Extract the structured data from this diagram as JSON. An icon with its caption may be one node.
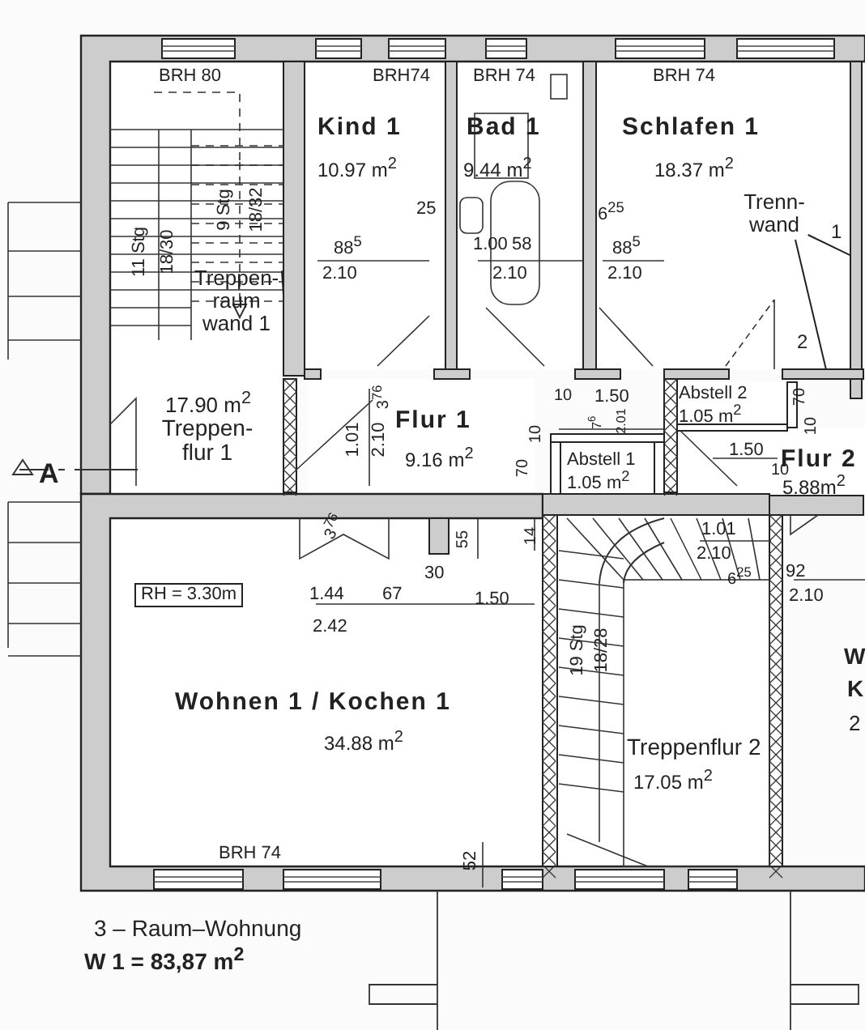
{
  "diagram": {
    "nodes": [
      {
        "text": [
          "Kind 1",
          "10.97 m$^{2}$"
        ]
      },
      {
        "text": [
          "Bad 1",
          "9.44 m$^{2}$"
        ]
      },
      {
        "text": [
          "Schlafen 1",
          "18.37 m$^{2}$"
        ]
      },
      {
        "text": [
          "Trenn- wand"
        ],
        "in": 2
      },
      {
        "text": [
          "17.90 m$^{2}$",
          "Treppen- flur 1"
        ]
      },
      {
        "text": [
          "Treppen- raum wand 1"
        ],
        "in": 4
      },
      {
        "text": [
          "Flur 1",
          "9.16 m$^{2}$"
        ]
      },
      {
        "text": [
          "Abstell 2",
          "1.05 m$^{2}$"
        ]
      },
      {
        "text": [
          "Abstell 1",
          "1.05 m$^{2}$"
        ]
      },
      {
        "text": [
          "Flur 2",
          "5.88m$^{2}$"
        ]
      },
      {
        "text": [
          "Wohnen 1 / Kochen 1",
          "34.88 m$^{2}$"
        ]
      },
      {
        "text": [
          "Treppenflur 2",
          "17.05 m$^{2}$"
        ]
      }
    ],
    "edges": [
      {
        "from": 3,
        "to": 2,
        "arrow": "none"
      },
      {
        "from": 3,
        "to": 2,
        "arrow": "none"
      },
      {
        "from": 5,
        "to": 4,
        "arrow": "none"
      }
    ],
    "labels": [
      "BRH 80",
      "BRH74",
      "BRH 74",
      "BRH 74",
      "11 Stg",
      "18/30",
      "9 Stg",
      "18/32",
      "25",
      "88$^{5}$",
      "2.10",
      "1.00",
      "58",
      "2.10",
      "6$^{25}$",
      "88$^{5}$",
      "2.10",
      "1",
      "2",
      "3$^{76}$",
      "1.01",
      "2.10",
      "3$^{76}$",
      "10",
      "1.50",
      "70",
      "10",
      "7$^{6}$",
      "2.01",
      "70",
      "10",
      "1.50",
      "10",
      "55",
      "14",
      "30",
      "1.44",
      "67",
      "1.50",
      "2.42",
      "RH = 3.30m",
      "1.01",
      "2.10",
      "6$^{25}$",
      "92",
      "2.10",
      "19 Stg",
      "18/28",
      "BRH 74",
      "52",
      "A",
      "3 – Raum–Wohnung",
      "W 1 =  83,87 m$^{2}$",
      "W",
      "K",
      "2"
    ]
  }
}
